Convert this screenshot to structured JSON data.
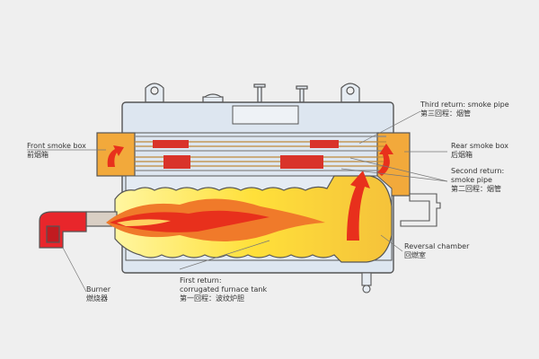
{
  "labels": {
    "front_smoke_box": {
      "en": "Front smoke box",
      "zh": "前烟箱"
    },
    "third_return": {
      "en": "Third return: smoke pipe",
      "zh": "第三回程：烟管"
    },
    "rear_smoke_box": {
      "en": "Rear smoke box",
      "zh": "后烟箱"
    },
    "second_return": {
      "en1": "Second return:",
      "en2": "smoke pipe",
      "zh": "第二回程：烟管"
    },
    "reversal_chamber": {
      "en": "Reversal chamber",
      "zh": "回燃室"
    },
    "first_return": {
      "en1": "First return:",
      "en2": "corrugated furnace tank",
      "zh": "第一回程：波纹炉胆"
    },
    "burner": {
      "en": "Burner",
      "zh": "燃烧器"
    }
  },
  "colors": {
    "shell": "#dde6f0",
    "smoke_box": "#f2a93b",
    "furnace": "#ffe23a",
    "flame": "#e8301c",
    "burner": "#e8262b",
    "outline": "#555555"
  }
}
